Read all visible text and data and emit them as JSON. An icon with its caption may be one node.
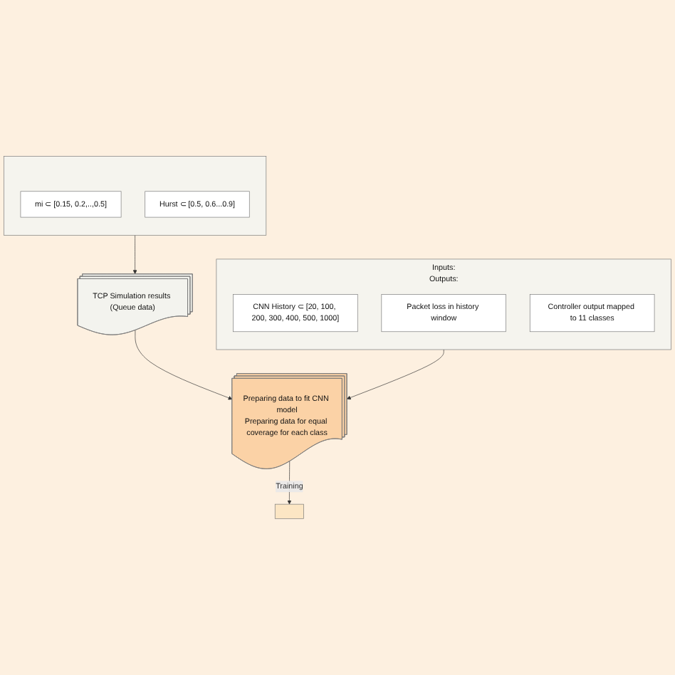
{
  "diagram": {
    "nodes": [
      {
        "text": [],
        "shape": "box"
      },
      {
        "text": [
          "mi ⊂ [0.15, 0.2,..,0.5]"
        ],
        "in": 0
      },
      {
        "text": [
          "Hurst ⊂ [0.5, 0.6...0.9]"
        ],
        "in": 0
      },
      {
        "text": [
          "Inputs:",
          "Outputs:"
        ]
      },
      {
        "text": [
          "CNN History ⊂ [20, 100, 200, 300, 400, 500, 1000]"
        ],
        "in": 3
      },
      {
        "text": [
          "Packet loss in history window"
        ],
        "in": 3
      },
      {
        "text": [
          "Controller output mapped to 11 classes"
        ],
        "in": 3
      },
      {
        "text": [
          "TCP Simulation results (Queue data)"
        ]
      },
      {
        "text": [
          "Preparing data to fit CNN model",
          "Preparing data for equal coverage for each class"
        ]
      },
      {
        "text": [],
        "shape": "box"
      }
    ],
    "edges": [
      {
        "from": 0,
        "to": 7,
        "arrow": "to"
      },
      {
        "from": 7,
        "to": 8,
        "arrow": "to"
      },
      {
        "from": 3,
        "to": 8,
        "arrow": "to"
      },
      {
        "from": 8,
        "to": 9,
        "label": "Training",
        "arrow": "to"
      }
    ]
  }
}
